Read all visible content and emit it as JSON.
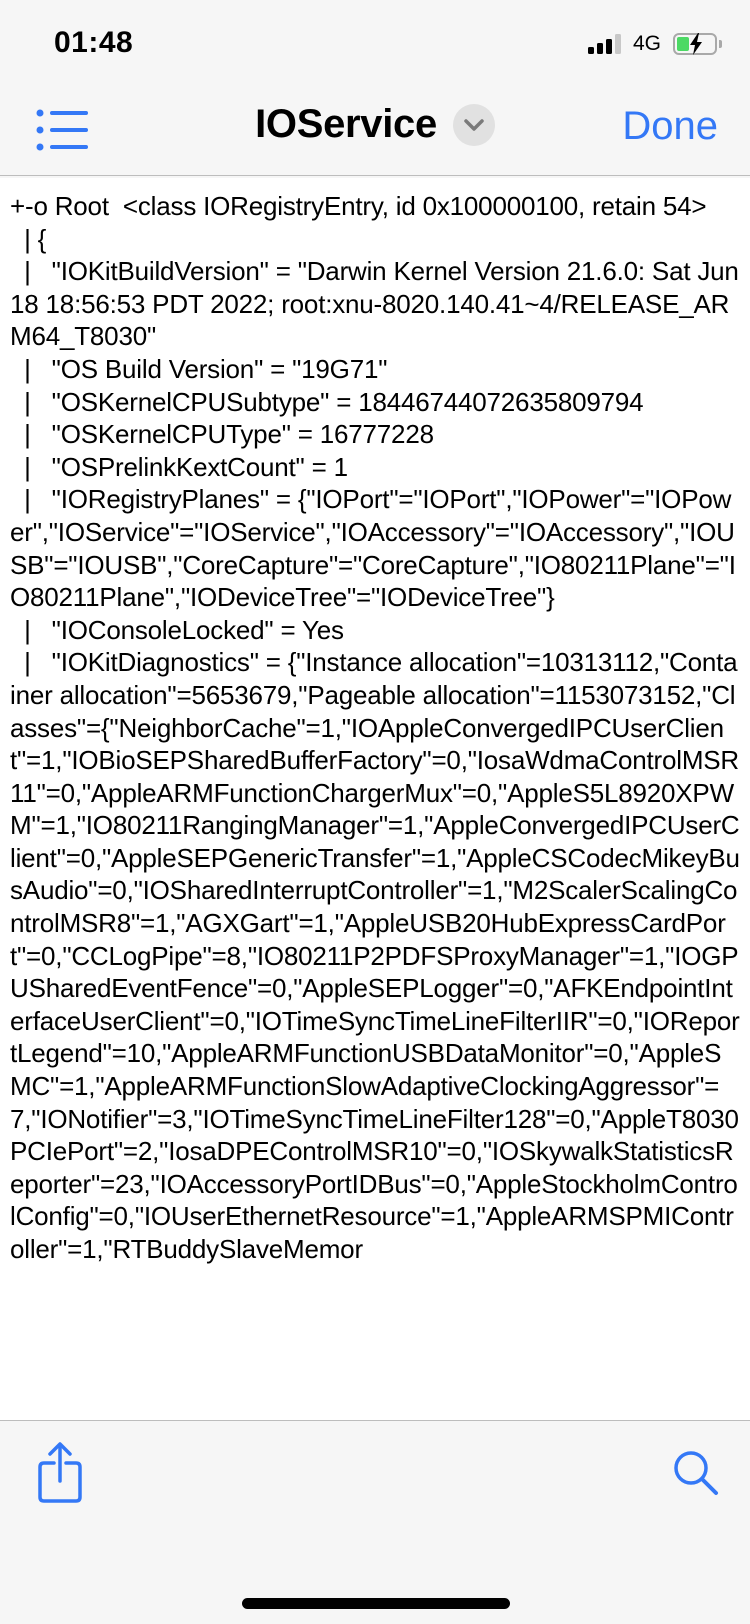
{
  "status_bar": {
    "time": "01:48",
    "network": "4G",
    "signal_bars": 3,
    "signal_total": 4,
    "battery_charging": true,
    "battery_color": "#4cd964"
  },
  "nav": {
    "title": "IOService",
    "done_label": "Done",
    "accent_color": "#3478f6",
    "icons": {
      "left": "list-icon",
      "title_dropdown": "chevron-down-icon"
    }
  },
  "content": {
    "text": "+-o Root  <class IORegistryEntry, id 0x100000100, retain 54>\n  | {\n  |   \"IOKitBuildVersion\" = \"Darwin Kernel Version 21.6.0: Sat Jun 18 18:56:53 PDT 2022; root:xnu-8020.140.41~4/RELEASE_ARM64_T8030\"\n  |   \"OS Build Version\" = \"19G71\"\n  |   \"OSKernelCPUSubtype\" = 18446744072635809794\n  |   \"OSKernelCPUType\" = 16777228\n  |   \"OSPrelinkKextCount\" = 1\n  |   \"IORegistryPlanes\" = {\"IOPort\"=\"IOPort\",\"IOPower\"=\"IOPower\",\"IOService\"=\"IOService\",\"IOAccessory\"=\"IOAccessory\",\"IOUSB\"=\"IOUSB\",\"CoreCapture\"=\"CoreCapture\",\"IO80211Plane\"=\"IO80211Plane\",\"IODeviceTree\"=\"IODeviceTree\"}\n  |   \"IOConsoleLocked\" = Yes\n  |   \"IOKitDiagnostics\" = {\"Instance allocation\"=10313112,\"Container allocation\"=5653679,\"Pageable allocation\"=1153073152,\"Classes\"={\"NeighborCache\"=1,\"IOAppleConvergedIPCUserClient\"=1,\"IOBioSEPSharedBufferFactory\"=0,\"IosaWdmaControlMSR11\"=0,\"AppleARMFunctionChargerMux\"=0,\"AppleS5L8920XPWM\"=1,\"IO80211RangingManager\"=1,\"AppleConvergedIPCUserClient\"=0,\"AppleSEPGenericTransfer\"=1,\"AppleCSCodecMikeyBusAudio\"=0,\"IOSharedInterruptController\"=1,\"M2ScalerScalingControlMSR8\"=1,\"AGXGart\"=1,\"AppleUSB20HubExpressCardPort\"=0,\"CCLogPipe\"=8,\"IO80211P2PDFSProxyManager\"=1,\"IOGPUSharedEventFence\"=0,\"AppleSEPLogger\"=0,\"AFKEndpointInterfaceUserClient\"=0,\"IOTimeSyncTimeLineFilterIIR\"=0,\"IOReportLegend\"=10,\"AppleARMFunctionUSBDataMonitor\"=0,\"AppleSMC\"=1,\"AppleARMFunctionSlowAdaptiveClockingAggressor\"=7,\"IONotifier\"=3,\"IOTimeSyncTimeLineFilter128\"=0,\"AppleT8030PCIePort\"=2,\"IosaDPEControlMSR10\"=0,\"IOSkywalkStatisticsReporter\"=23,\"IOAccessoryPortIDBus\"=0,\"AppleStockholmControlConfig\"=0,\"IOUserEthernetResource\"=1,\"AppleARMSPMIController\"=1,\"RTBuddySlaveMemor"
  },
  "toolbar": {
    "left_icon": "share-icon",
    "right_icon": "search-icon"
  }
}
